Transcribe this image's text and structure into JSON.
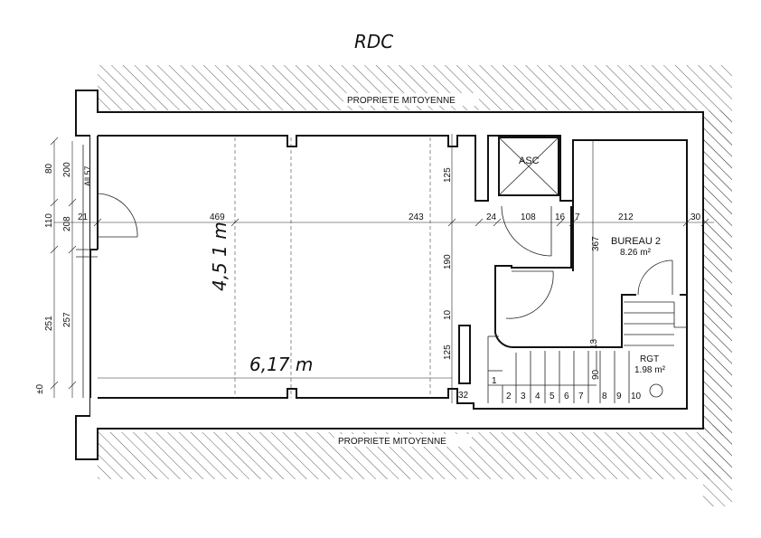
{
  "plan": {
    "title": "RDC",
    "neighbor_top": "PROPRIETE MITOYENNE",
    "neighbor_bottom": "PROPRIETE MITOYENNE",
    "hand_width": "4,5 1 m",
    "hand_length": "6,17 m",
    "rooms": {
      "lift": "ASC",
      "office_name": "BUREAU 2",
      "office_area": "8.26 m²",
      "storage_name": "RGT",
      "storage_area": "1.98 m²",
      "lobby_label": "All 57"
    },
    "dims": {
      "d469": "469",
      "d243": "243",
      "d24": "24",
      "d108": "108",
      "d16": "16",
      "d7": "7",
      "d212": "212",
      "d30": "30",
      "d21": "21",
      "d125a": "125",
      "d190": "190",
      "d10": "10",
      "d125b": "125",
      "d13": "13",
      "d367": "367",
      "d90": "90",
      "d1": "1",
      "d32": "32"
    },
    "left_dims": {
      "a80": "80",
      "a110": "110",
      "a251": "251",
      "a0": "±0",
      "b200": "200",
      "b208": "208",
      "b257": "257"
    },
    "steps": [
      "2",
      "3",
      "4",
      "5",
      "6",
      "7",
      "8",
      "9",
      "10"
    ]
  }
}
